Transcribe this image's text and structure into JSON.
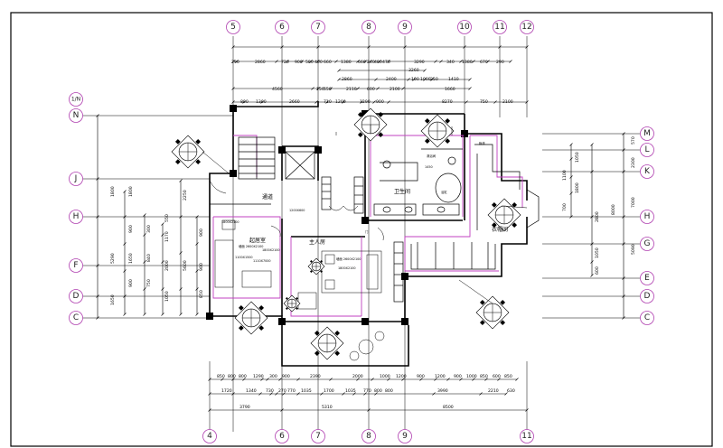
{
  "axes": {
    "top": [
      {
        "id": "top-5",
        "label": "5"
      },
      {
        "id": "top-6",
        "label": "6"
      },
      {
        "id": "top-7",
        "label": "7"
      },
      {
        "id": "top-8",
        "label": "8"
      },
      {
        "id": "top-9",
        "label": "9"
      },
      {
        "id": "top-10",
        "label": "10"
      },
      {
        "id": "top-11",
        "label": "11"
      },
      {
        "id": "top-12",
        "label": "12"
      }
    ],
    "bottom": [
      {
        "id": "bottom-4",
        "label": "4"
      },
      {
        "id": "bottom-6",
        "label": "6"
      },
      {
        "id": "bottom-7",
        "label": "7"
      },
      {
        "id": "bottom-8",
        "label": "8"
      },
      {
        "id": "bottom-9",
        "label": "9"
      },
      {
        "id": "bottom-11",
        "label": "11"
      }
    ],
    "left": [
      {
        "id": "left-1N",
        "label": "1/N"
      },
      {
        "id": "left-N",
        "label": "N"
      },
      {
        "id": "left-J",
        "label": "J"
      },
      {
        "id": "left-H",
        "label": "H"
      },
      {
        "id": "left-F",
        "label": "F"
      },
      {
        "id": "left-D",
        "label": "D"
      },
      {
        "id": "left-C",
        "label": "C"
      }
    ],
    "right": [
      {
        "id": "right-M",
        "label": "M"
      },
      {
        "id": "right-L",
        "label": "L"
      },
      {
        "id": "right-K",
        "label": "K"
      },
      {
        "id": "right-H",
        "label": "H"
      },
      {
        "id": "right-G",
        "label": "G"
      },
      {
        "id": "right-E",
        "label": "E"
      },
      {
        "id": "right-D",
        "label": "D"
      },
      {
        "id": "right-C",
        "label": "C"
      }
    ]
  },
  "dimensions": {
    "top_row1": [
      "290",
      "2860",
      "720",
      "900",
      "580",
      "400",
      "660",
      "1380",
      "660",
      "240",
      "480",
      "470",
      "3290",
      "340",
      "1380",
      "670",
      "290"
    ],
    "top_row2": [
      "3260"
    ],
    "top_row3": [
      "2860",
      "2400",
      "100",
      "1000",
      "250",
      "1410"
    ],
    "top_row4": [
      "4560",
      "150",
      "550",
      "2110",
      "600",
      "2100",
      "1660"
    ],
    "top_row5": [
      "800",
      "1300",
      "2660",
      "710",
      "1200",
      "1290",
      "900",
      "8270",
      "750",
      "2100"
    ],
    "bottom_row1": [
      "850",
      "800",
      "800",
      "1290",
      "300",
      "900",
      "2390",
      "2000",
      "1000",
      "1200",
      "900",
      "1200",
      "900",
      "1000",
      "850",
      "600",
      "850"
    ],
    "bottom_row2": [
      "1720",
      "1340",
      "730",
      "270",
      "770",
      "1035",
      "1700",
      "1035",
      "770",
      "800",
      "800",
      "3990",
      "2210",
      "630"
    ],
    "bottom_row3": [
      "3790",
      "5310",
      "8500"
    ],
    "left_dims": [
      "1800",
      "1800",
      "2250",
      "900",
      "300",
      "5290",
      "1650",
      "840",
      "2000",
      "5600",
      "900",
      "1650",
      "900",
      "750",
      "900",
      "1170",
      "550",
      "850",
      "1050"
    ],
    "right_dims": [
      "570",
      "1050",
      "2300",
      "1100",
      "1800",
      "700",
      "2800",
      "7000",
      "1050",
      "600",
      "8000",
      "5090"
    ]
  },
  "rooms": {
    "corridor": "通道",
    "living": "起居室",
    "master_bedroom": "主人房",
    "bathroom": "卫生间",
    "closet": "衣帽间"
  },
  "labels": {
    "living_elev_1": "1800X2100",
    "living_elev_2": "1200X600",
    "living_tag_a": "墙面 2600X2100",
    "living_tag_b": "1800X2100",
    "living_tag_c": "1100X1500",
    "living_tag_d": "1110X7000",
    "master_tag_a": "墙面 2600X2100",
    "master_tag_b": "1800X2100",
    "bath_tag_a": "淋浴间",
    "bath_tag_b": "1450",
    "bath_tag_c": "浴缸",
    "door_tag": "门",
    "closet_tag": "柜体"
  }
}
